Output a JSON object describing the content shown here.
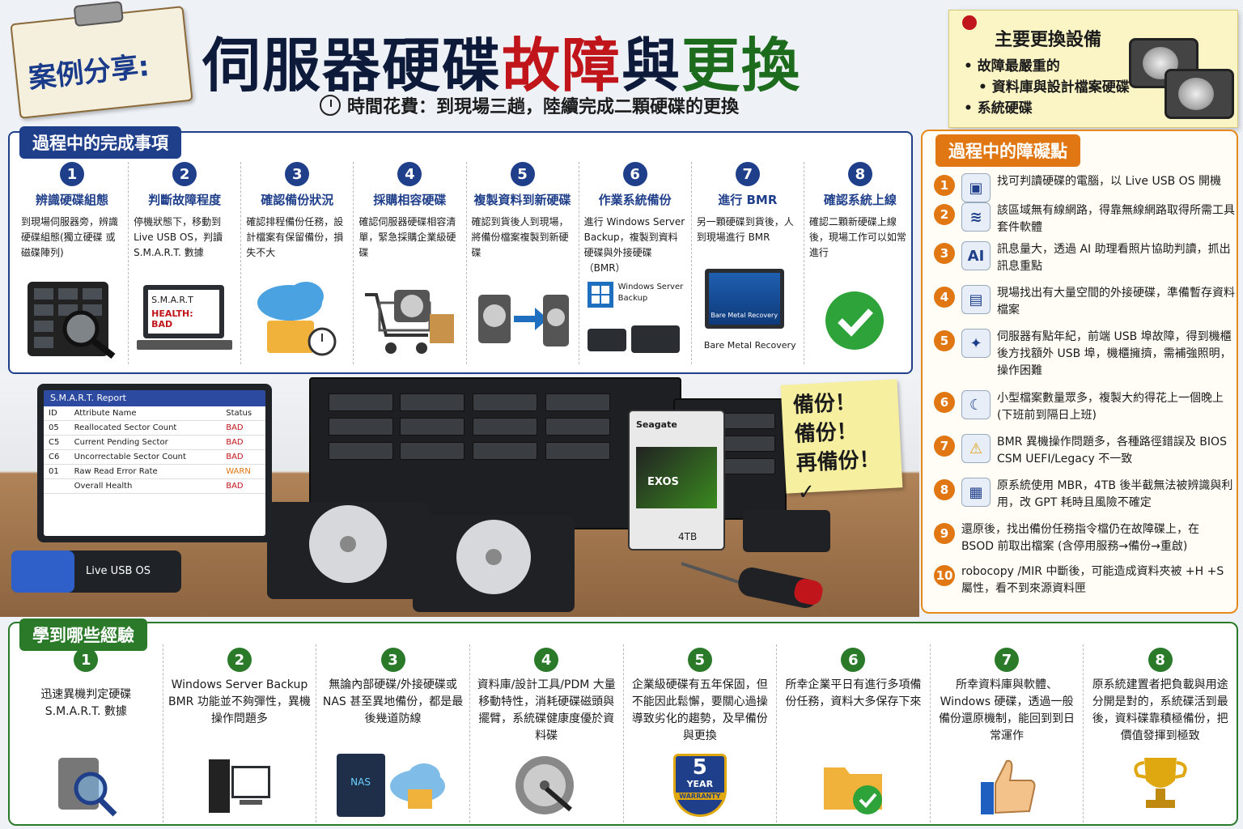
{
  "header": {
    "tag": "案例分享:",
    "title_part1": "伺服器硬碟",
    "title_part2": "故障",
    "title_part3": "與",
    "title_part4": "更換",
    "time_note": "時間花費：到現場三趟，陸續完成二顆硬碟的更換"
  },
  "main_devices": {
    "title": "主要更換設備",
    "items": [
      "故障最嚴重的",
      "資料庫與設計檔案硬碟",
      "系統硬碟"
    ]
  },
  "process": {
    "title": "過程中的完成事項",
    "steps": [
      {
        "num": "1",
        "title": "辨識硬碟組態",
        "desc": "到現場伺服器旁，辨識硬碟組態(獨立硬碟 或磁碟陣列)"
      },
      {
        "num": "2",
        "title": "判斷故障程度",
        "desc": "停機狀態下，移動到 Live USB OS，判讀 S.M.A.R.T. 數據"
      },
      {
        "num": "3",
        "title": "確認備份狀況",
        "desc": "確認排程備份任務，設計檔案有保留備份，損失不大"
      },
      {
        "num": "4",
        "title": "採購相容硬碟",
        "desc": "確認伺服器硬碟相容清單，緊急採購企業級硬碟"
      },
      {
        "num": "5",
        "title": "複製資料到新硬碟",
        "desc": "確認到貨後人到現場，將備份檔案複製到新硬碟"
      },
      {
        "num": "6",
        "title": "作業系統備份",
        "desc": "進行 Windows Server Backup，複製到資料硬碟與外接硬碟 （BMR）"
      },
      {
        "num": "7",
        "title": "進行 BMR",
        "desc": "另一顆硬碟到貨後，人到現場進行 BMR"
      },
      {
        "num": "8",
        "title": "確認系統上線",
        "desc": "確認二顆新硬碟上線後，現場工作可以如常進行"
      }
    ],
    "smart_label": "S.M.A.R.T",
    "smart_health": "HEALTH: BAD",
    "wsb_label": "Windows Server Backup",
    "bmr_label": "Bare Metal Recovery",
    "bmr_screen": "Bare Metal Recovery"
  },
  "obstacles": {
    "title": "過程中的障礙點",
    "items": [
      {
        "num": "1",
        "icon": "▣",
        "text": "找可判讀硬碟的電腦，以 Live USB OS 開機"
      },
      {
        "num": "2",
        "icon": "≋",
        "text": "該區域無有線網路，得靠無線網路取得所需工具套件軟體"
      },
      {
        "num": "3",
        "icon": "AI",
        "text": "訊息量大，透過 AI 助理看照片協助判讀，抓出訊息重點"
      },
      {
        "num": "4",
        "icon": "▤",
        "text": "現場找出有大量空間的外接硬碟，準備暫存資料檔案"
      },
      {
        "num": "5",
        "icon": "✦",
        "text": "伺服器有點年紀，前端 USB 埠故障，得到機櫃後方找額外 USB 埠，機櫃擁擠，需補強照明，操作困難"
      },
      {
        "num": "6",
        "icon": "☾",
        "text": "小型檔案數量眾多，複製大約得花上一個晚上 (下班前到隔日上班)"
      },
      {
        "num": "7",
        "icon": "⚠",
        "text": "BMR 異機操作問題多，各種路徑錯誤及 BIOS CSM UEFI/Legacy 不一致"
      },
      {
        "num": "8",
        "icon": "▦",
        "text": "原系統使用 MBR，4TB 後半截無法被辨識與利用，改 GPT 耗時且風險不確定"
      },
      {
        "num": "9",
        "icon": "",
        "text": "還原後，找出備份任務指令檔仍在故障碟上，在 BSOD 前取出檔案 (含停用服務→備份→重啟)"
      },
      {
        "num": "10",
        "icon": "",
        "text": "robocopy /MIR 中斷後，可能造成資料夾被 +H +S 屬性，看不到來源資料匣"
      }
    ]
  },
  "smart_report": {
    "title": "S.M.A.R.T. Report",
    "headers": [
      "ID",
      "Attribute Name",
      "Status"
    ],
    "rows": [
      {
        "id": "05",
        "name": "Reallocated Sector Count",
        "status": "BAD"
      },
      {
        "id": "C5",
        "name": "Current Pending Sector",
        "status": "BAD"
      },
      {
        "id": "C6",
        "name": "Uncorrectable Sector Count",
        "status": "BAD"
      },
      {
        "id": "01",
        "name": "Raw Read Error Rate",
        "status": "WARN"
      },
      {
        "id": "",
        "name": "Overall Health",
        "status": "BAD"
      }
    ]
  },
  "scene": {
    "usb_label": "Live USB OS",
    "backup_note": [
      "備份！",
      "備份！",
      "再備份！✓"
    ],
    "exos_brand": "Seagate",
    "exos_name": "EXOS",
    "exos_capacity": "4TB"
  },
  "learnings": {
    "title": "學到哪些經驗",
    "items": [
      {
        "num": "1",
        "text": "迅速異機判定硬碟 S.M.A.R.T. 數據"
      },
      {
        "num": "2",
        "text": "Windows Server Backup BMR 功能並不夠彈性，異機操作問題多"
      },
      {
        "num": "3",
        "text": "無論內部硬碟/外接硬碟或 NAS 甚至異地備份，都是最後幾道防線"
      },
      {
        "num": "4",
        "text": "資料庫/設計工具/PDM 大量移動特性，消耗硬碟磁頭與擺臂，系統碟健康度優於資料碟"
      },
      {
        "num": "5",
        "text": "企業級硬碟有五年保固，但不能因此鬆懈，要關心過操導致劣化的趨勢，及早備份與更換"
      },
      {
        "num": "6",
        "text": "所幸企業平日有進行多項備份任務，資料大多保存下來"
      },
      {
        "num": "7",
        "text": "所幸資料庫與軟體、Windows 硬碟，透過一般備份還原機制，能回到到日常運作"
      },
      {
        "num": "8",
        "text": "原系統建置者把負載與用途分開是對的，系統碟活到最後，資料碟靠積極備份，把價值發揮到極致"
      }
    ],
    "warranty_big": "5",
    "warranty_year": "YEAR",
    "warranty_word": "WARRANTY",
    "nas_label": "NAS"
  }
}
